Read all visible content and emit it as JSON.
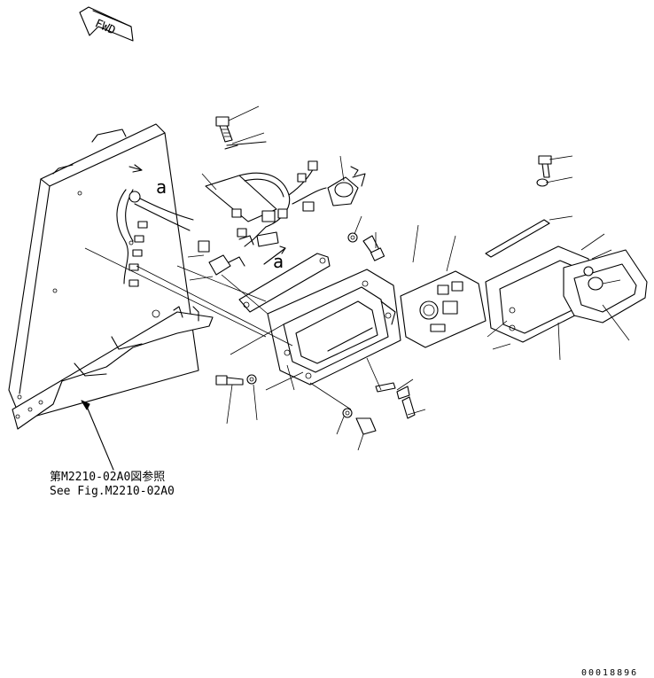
{
  "fwd_label": "FWD",
  "callout_a_1": "a",
  "callout_a_2": "a",
  "reference": {
    "line_jp": "第M2210-02A0図参照",
    "line_en": "See Fig.M2210-02A0"
  },
  "drawing_number": "00018896"
}
